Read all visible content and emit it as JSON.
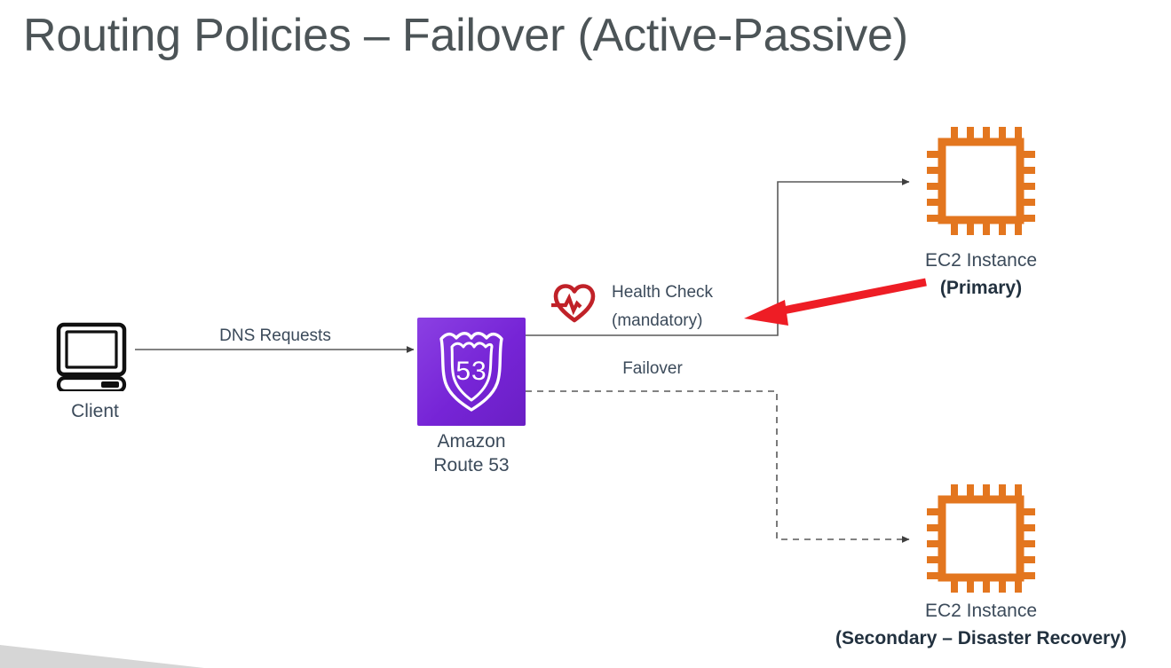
{
  "slide": {
    "title": "Routing Policies – Failover (Active-Passive)",
    "background": "#ffffff",
    "title_color": "#4c5457"
  },
  "colors": {
    "route53_purple": "#7624d6",
    "ec2_orange": "#e3761f",
    "health_red": "#c02128",
    "arrow_red": "#ee1d25",
    "line_gray": "#595959",
    "text_dark": "#3b4a5a",
    "wedge_gray": "#d6d6d6"
  },
  "nodes": {
    "client": {
      "icon": "desktop-computer-icon",
      "label": "Client"
    },
    "route53": {
      "icon": "route53-shield-icon",
      "badge": "53",
      "label_line1": "Amazon",
      "label_line2": "Route 53"
    },
    "ec2_primary": {
      "icon": "ec2-instance-icon",
      "label": "EC2 Instance",
      "sublabel": "(Primary)"
    },
    "ec2_secondary": {
      "icon": "ec2-instance-icon",
      "label": "EC2 Instance",
      "sublabel": "(Secondary – Disaster Recovery)"
    }
  },
  "edges": {
    "dns": {
      "label": "DNS Requests",
      "style": "solid"
    },
    "primary": {
      "label": "",
      "style": "solid"
    },
    "failover": {
      "label": "Failover",
      "style": "dashed"
    }
  },
  "annotations": {
    "health_check": {
      "icon": "heart-pulse-icon",
      "line1": "Health Check",
      "line2": "(mandatory)"
    },
    "callout_arrow": {
      "icon": "red-arrow-icon",
      "points_to": "(mandatory)"
    }
  }
}
